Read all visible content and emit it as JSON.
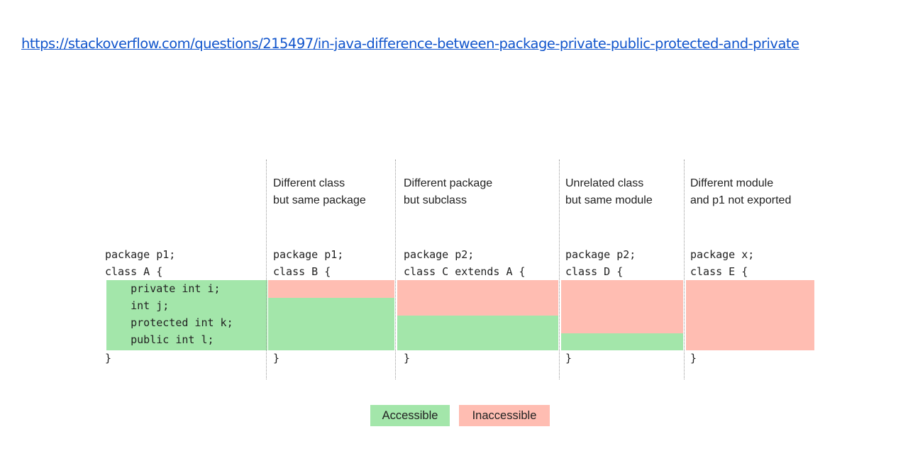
{
  "source_link": "https://stackoverflow.com/questions/215497/in-java-difference-between-package-private-public-protected-and-private",
  "base": {
    "package": "package p1;",
    "class_open": "class A {",
    "members": [
      "    private int i;",
      "    int j;",
      "    protected int k;",
      "    public int l;"
    ],
    "class_close": "}"
  },
  "columns": [
    {
      "header": [
        "Different class",
        "but same package"
      ],
      "package": "package p1;",
      "class_open": "class B {",
      "class_close": "}",
      "accessible": [
        false,
        true,
        true,
        true
      ]
    },
    {
      "header": [
        "Different package",
        "but subclass"
      ],
      "package": "package p2;",
      "class_open": "class C extends A {",
      "class_close": "}",
      "accessible": [
        false,
        false,
        true,
        true
      ]
    },
    {
      "header": [
        "Unrelated class",
        "but same module"
      ],
      "package": "package p2;",
      "class_open": "class D {",
      "class_close": "}",
      "accessible": [
        false,
        false,
        false,
        true
      ]
    },
    {
      "header": [
        "Different module",
        "and p1 not exported"
      ],
      "package": "package x;",
      "class_open": "class E {",
      "class_close": "}",
      "accessible": [
        false,
        false,
        false,
        false
      ]
    }
  ],
  "legend": {
    "accessible": "Accessible",
    "inaccessible": "Inaccessible"
  },
  "colors": {
    "accessible": "#a3e6aa",
    "inaccessible": "#ffbdb2",
    "link": "#1155cc"
  }
}
